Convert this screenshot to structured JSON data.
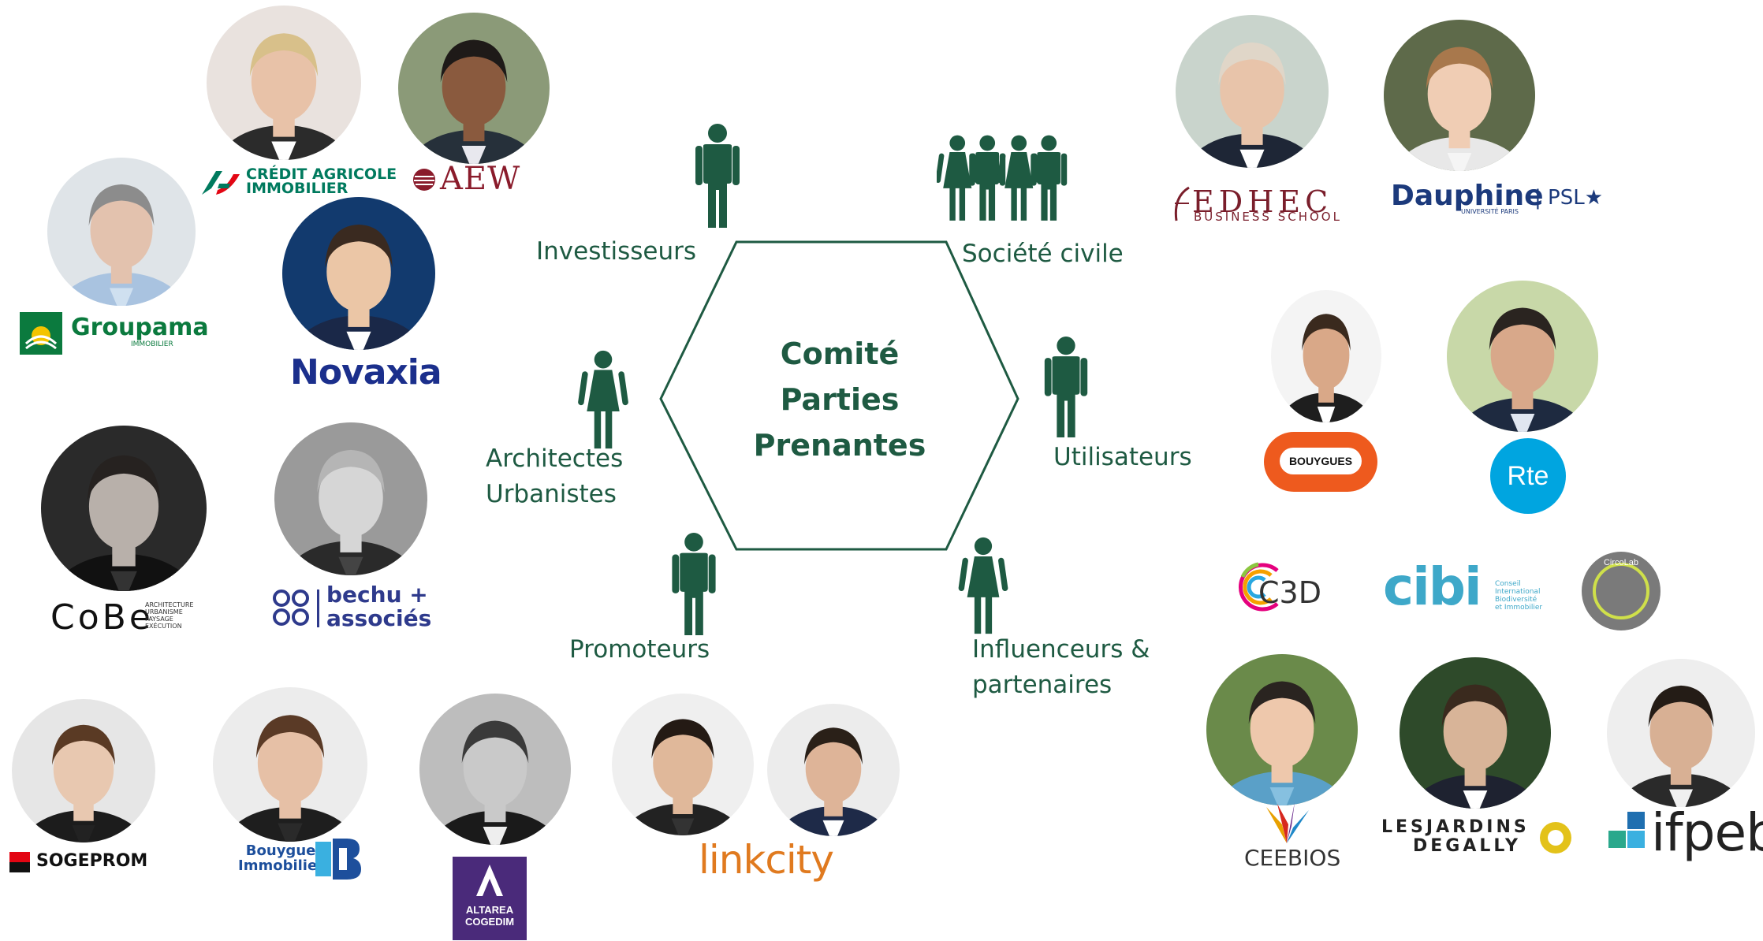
{
  "center": {
    "line1": "Comité",
    "line2": "Parties",
    "line3": "Prenantes"
  },
  "categories": {
    "investisseurs": "Investisseurs",
    "societe_civile": "Société civile",
    "architectes": "Architectes\nUrbanistes",
    "utilisateurs": "Utilisateurs",
    "promoteurs": "Promoteurs",
    "influenceurs": "Influenceurs &\npartenaires"
  },
  "logos": {
    "credit_agricole_l1": "CRÉDIT AGRICOLE",
    "credit_agricole_l2": "IMMOBILIER",
    "aew": "AEW",
    "groupama": "Groupama",
    "groupama_sub": "IMMOBILIER",
    "novaxia": "Novaxia",
    "cobe": "CoBe",
    "cobe_sub": "ARCHITECTURE\nURBANISME\nPAYSAGE\nEXÉCUTION",
    "bechu_l1": "bechu +",
    "bechu_l2": "associés",
    "sogeprom": "SOGEPROM",
    "bouygues_immo_l1": "Bouygues",
    "bouygues_immo_l2": "Immobilier",
    "altarea_l1": "ALTAREA",
    "altarea_l2": "COGEDIM",
    "linkcity": "linkcity",
    "edhec": "EDHEC",
    "edhec_sub": "BUSINESS SCHOOL",
    "dauphine": "Dauphine",
    "dauphine_sub": "UNIVERSITÉ PARIS",
    "psl": "| PSL★",
    "bouygues": "BOUYGUES",
    "rte": "Rte",
    "c3d": "C3D",
    "cibi": "cibi",
    "cibi_sub": "Conseil\nInternational\nBiodiversité\net Immobilier",
    "circolab": "CircoLab",
    "ceebios": "CEEBIOS",
    "jardins_l1": "LESJARDINS",
    "jardins_l2": "DEGALLY",
    "ifpeb": "ifpeb"
  },
  "colors": {
    "primary_green": "#1e5a42",
    "credit_agricole": "#007a5e",
    "aew": "#8a1b2b",
    "groupama": "#0b7a3e",
    "novaxia": "#1b2f8c",
    "bechu": "#2e3a8c",
    "sogeprom_red": "#e30613",
    "bouygues_blue": "#1d4f9c",
    "altarea": "#4a2a7a",
    "linkcity": "#e07a1f",
    "edhec": "#7a1e2b",
    "dauphine": "#1c3a7c",
    "bouygues_orange": "#ee5a1e",
    "rte": "#00a5e0",
    "cibi": "#3ea8c9",
    "ifpeb": "#222222"
  }
}
